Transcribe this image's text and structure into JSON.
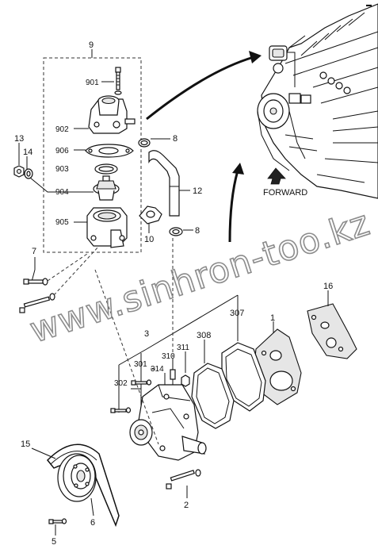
{
  "labels": {
    "l9": "9",
    "l901": "901",
    "l902": "902",
    "l906": "906",
    "l903": "903",
    "l904": "904",
    "l905": "905",
    "l13": "13",
    "l14": "14",
    "l8a": "8",
    "l8b": "8",
    "l12": "12",
    "l10": "10",
    "l7": "7",
    "l16": "16",
    "l307": "307",
    "l1": "1",
    "l308": "308",
    "l3": "3",
    "l301": "301",
    "l310": "310",
    "l311": "311",
    "l314": "314",
    "l302": "302",
    "l15": "15",
    "l6": "6",
    "l5": "5",
    "l2": "2"
  },
  "forward_label": "FORWARD",
  "watermark": "www.sinhron-too.kz",
  "corner_mark": "▬"
}
